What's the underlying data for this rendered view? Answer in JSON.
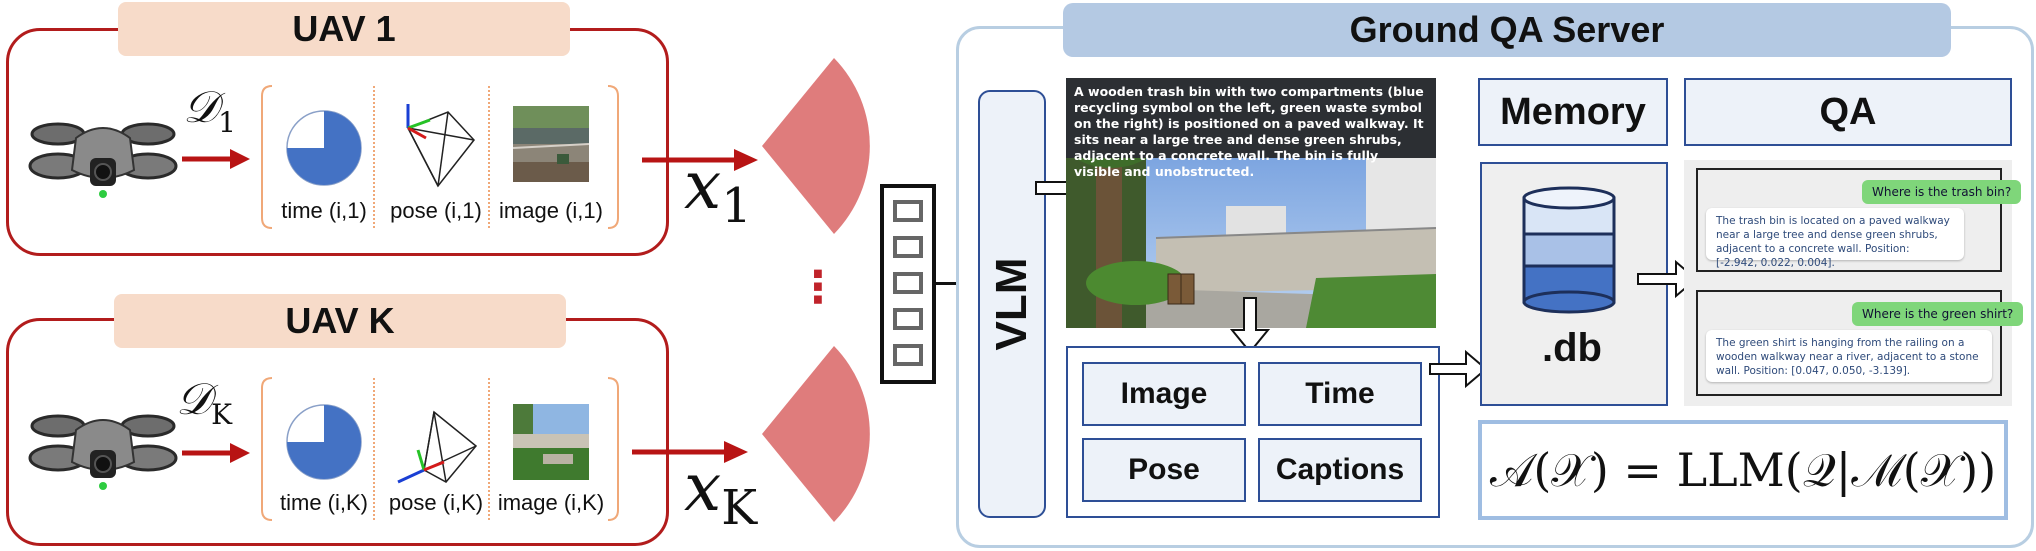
{
  "uavs": [
    {
      "title": "UAV 1",
      "dataset_symbol": "𝒟",
      "dataset_sub": "1",
      "labels": [
        "time (i,1)",
        "pose (i,1)",
        "image (i,1)"
      ],
      "output_symbol": "x",
      "output_sub": "1"
    },
    {
      "title": "UAV K",
      "dataset_symbol": "𝒟",
      "dataset_sub": "K",
      "labels": [
        "time (i,K)",
        "pose (i,K)",
        "image (i,K)"
      ],
      "output_symbol": "x",
      "output_sub": "K"
    }
  ],
  "ellipsis": "⋮",
  "server": {
    "title": "Ground QA Server",
    "vlm_label": "VLM",
    "caption_text": "A wooden trash bin with two compartments (blue recycling symbol on the left, green waste symbol on the right) is positioned on a paved walkway. It sits near a large tree and dense green shrubs, adjacent to a concrete wall. The bin is fully visible and unobstructed.",
    "fields": [
      "Image",
      "Time",
      "Pose",
      "Captions"
    ],
    "memory_label": "Memory",
    "qa_label": "QA",
    "db_label": ".db",
    "formula": "𝒜(𝒳) = LLM(𝒬|ℳ(𝒳))",
    "chats": [
      {
        "question": "Where is the trash bin?",
        "answer": "The trash bin is located on a paved walkway near a large tree and dense green shrubs, adjacent to a concrete wall. Position: [-2.942, 0.022, 0.004]."
      },
      {
        "question": "Where is the green shirt?",
        "answer": "The green shirt is hanging from the railing on a wooden walkway near a river, adjacent to a stone wall. Position: [0.047, 0.050, -3.139]."
      }
    ]
  },
  "colors": {
    "uav_border": "#b21c1c",
    "uav_title_bg": "#f7dbc9",
    "arrow_red": "#b81414",
    "sector_pink": "#df7c7c",
    "pie_blue": "#4472c4",
    "server_border": "#b8cee2",
    "server_title_bg": "#b4c9e3",
    "panel_border": "#2e4f96",
    "panel_fill": "#edf2f9",
    "db_blue": "#4472c4"
  }
}
